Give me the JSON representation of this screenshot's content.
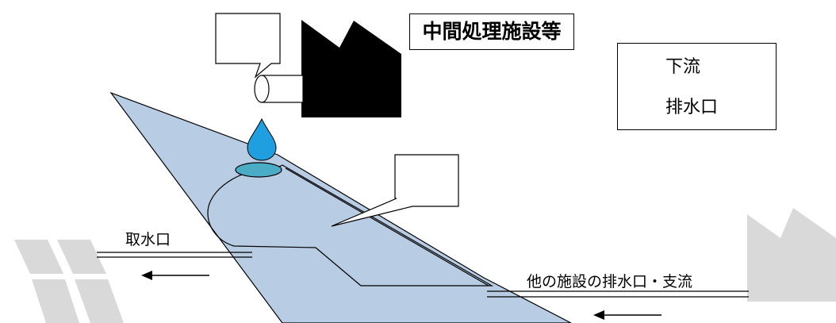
{
  "labels": {
    "facility": "中間処理施設等",
    "downstream_line1": "下流",
    "downstream_line2": "排水口",
    "intake": "取水口",
    "other_outlet": "他の施設の排水口・支流"
  },
  "colors": {
    "river": "#b8cce4",
    "droplet": "#1f9ee0",
    "pool": "#4bacc6",
    "factory_black": "#000000",
    "factory_gray": "#d9d9d9",
    "building_gray": "#d9d9d9"
  },
  "icons": {
    "factory": "factory-icon",
    "pipe": "pipe-icon",
    "droplet": "water-droplet-icon",
    "flow_arrow": "left-arrow-icon"
  }
}
